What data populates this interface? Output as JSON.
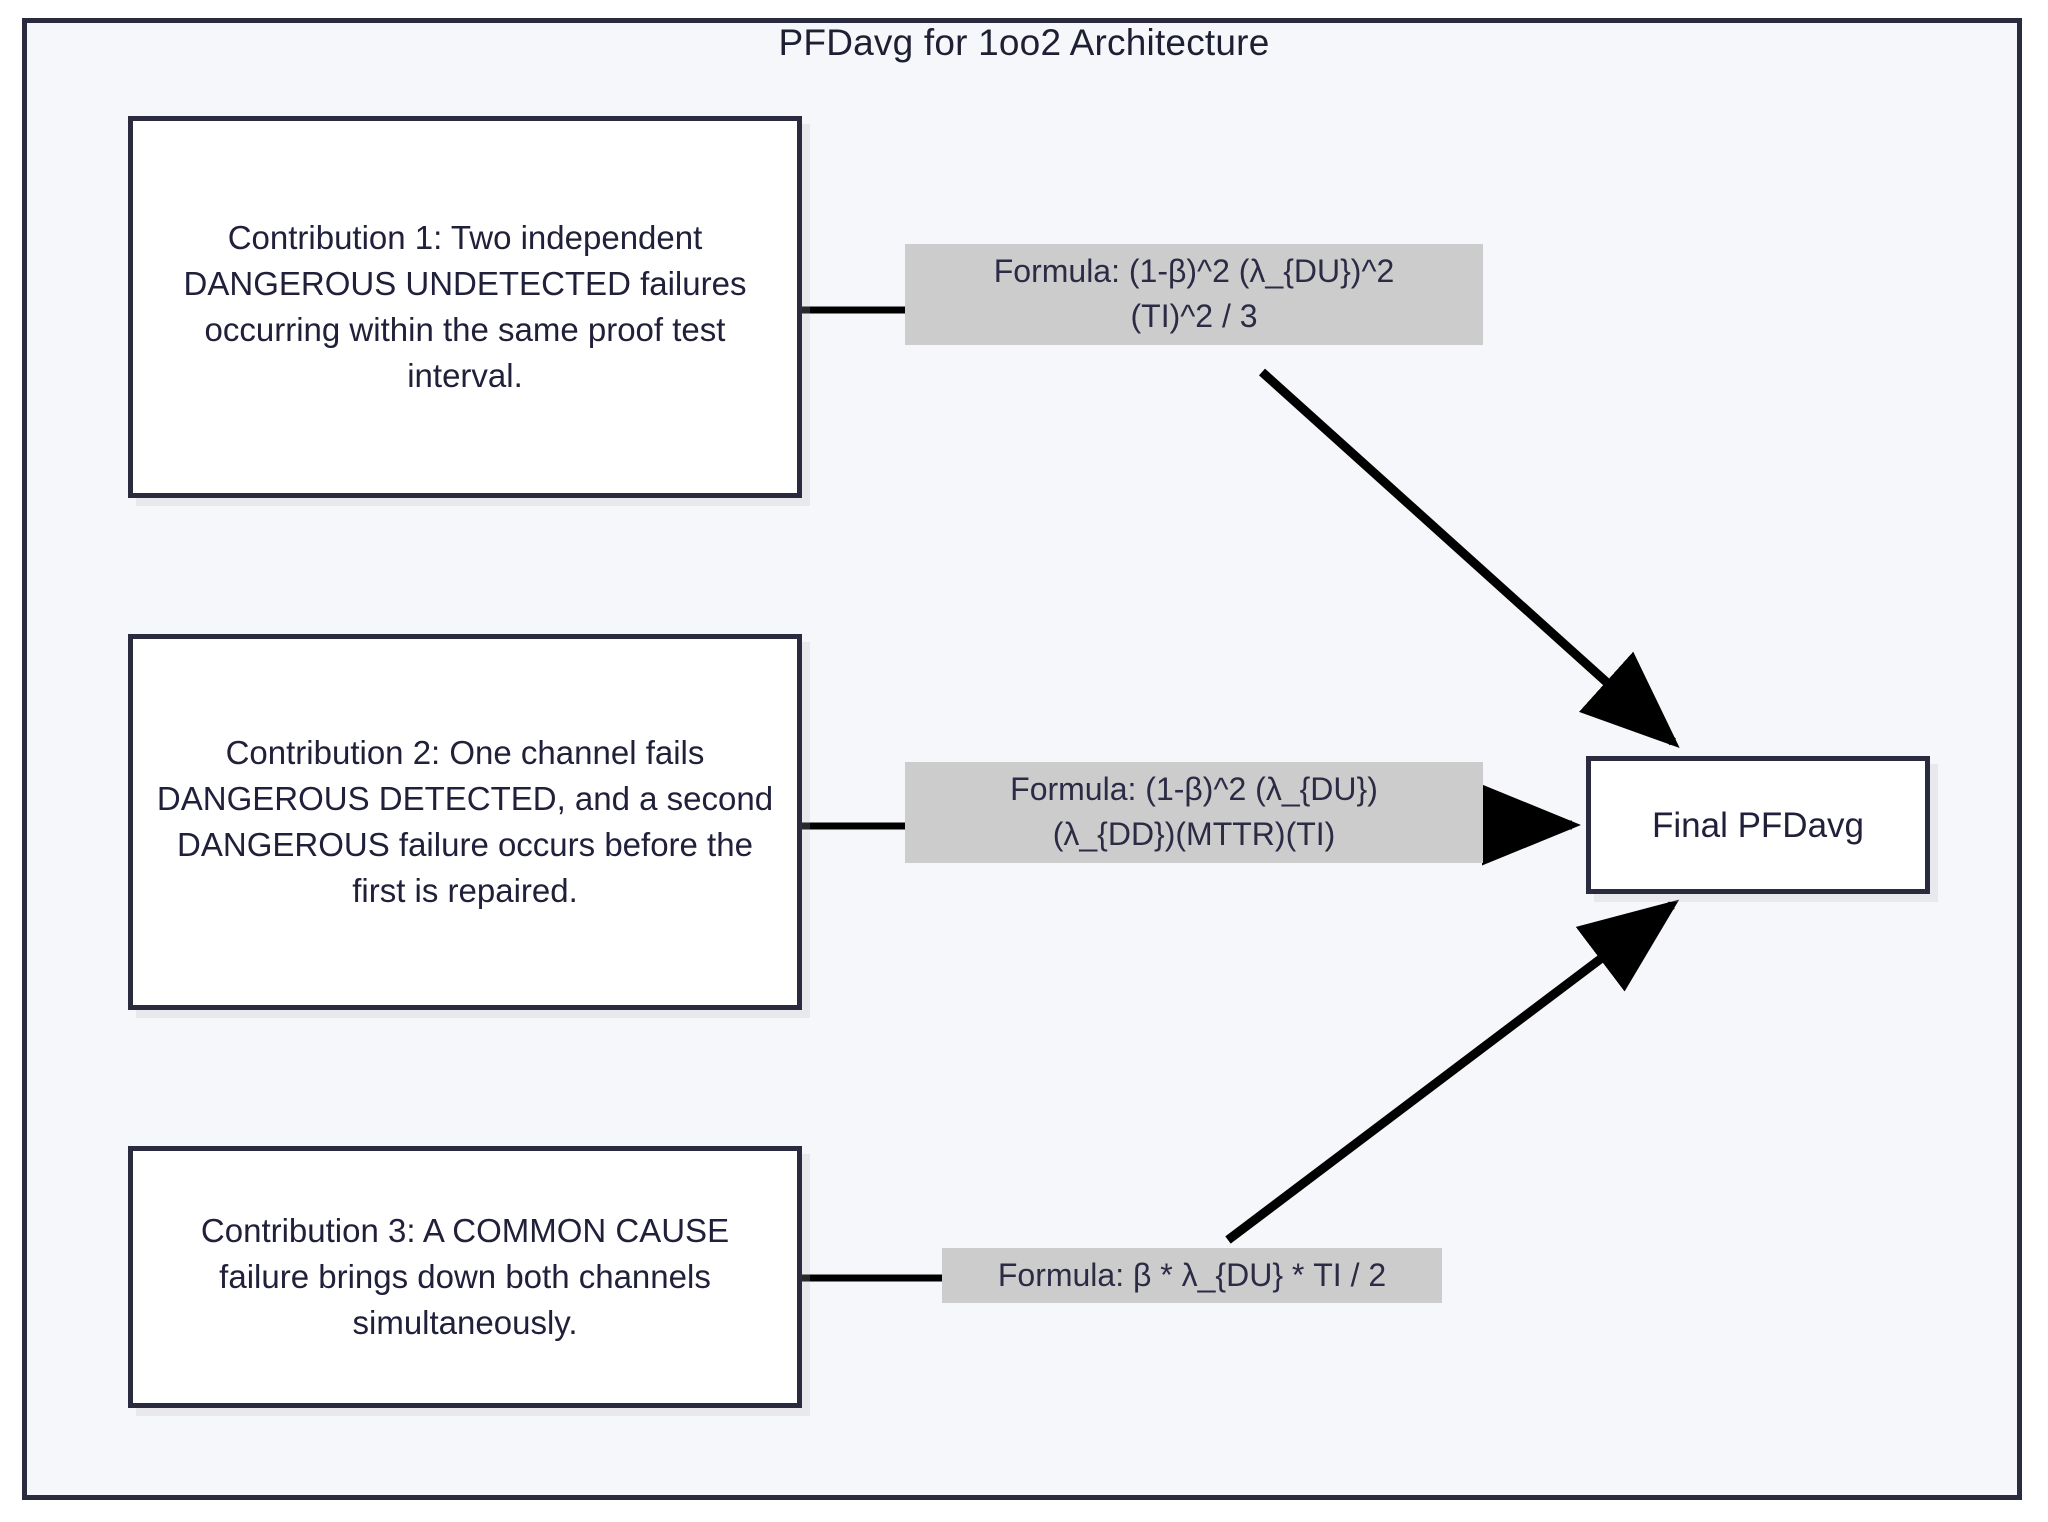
{
  "diagram": {
    "title": "PFDavg for 1oo2 Architecture",
    "type": "flowchart",
    "colors": {
      "canvas_background": "#ffffff",
      "frame_background": "#f6f7fa",
      "stroke": "#2b2b40",
      "node_fill": "#ffffff",
      "edge_label_fill": "#cccccc",
      "text": "#20203a"
    },
    "nodes": [
      {
        "id": "c1",
        "name": "contribution-1",
        "label": "Contribution 1: Two independent DANGEROUS UNDETECTED failures occurring within the same proof test interval."
      },
      {
        "id": "c2",
        "name": "contribution-2",
        "label": "Contribution 2: One channel fails DANGEROUS DETECTED, and a second DANGEROUS failure occurs before the first is repaired."
      },
      {
        "id": "c3",
        "name": "contribution-3",
        "label": "Contribution 3: A COMMON CAUSE failure brings down both channels simultaneously."
      },
      {
        "id": "final",
        "name": "final-pfdavg",
        "label": "Final PFDavg"
      }
    ],
    "edges": [
      {
        "id": "e1",
        "from": "c1",
        "to": "final",
        "label": "Formula: (1-β)^2 (λ_{DU})^2\n(TI)^2 / 3",
        "arrowhead": true
      },
      {
        "id": "e2",
        "from": "c2",
        "to": "final",
        "label": "Formula: (1-β)^2 (λ_{DU})\n(λ_{DD})(MTTR)(TI)",
        "arrowhead": true
      },
      {
        "id": "e3",
        "from": "c3",
        "to": "final",
        "label": "Formula: β * λ_{DU} * TI / 2",
        "arrowhead": true
      }
    ]
  }
}
